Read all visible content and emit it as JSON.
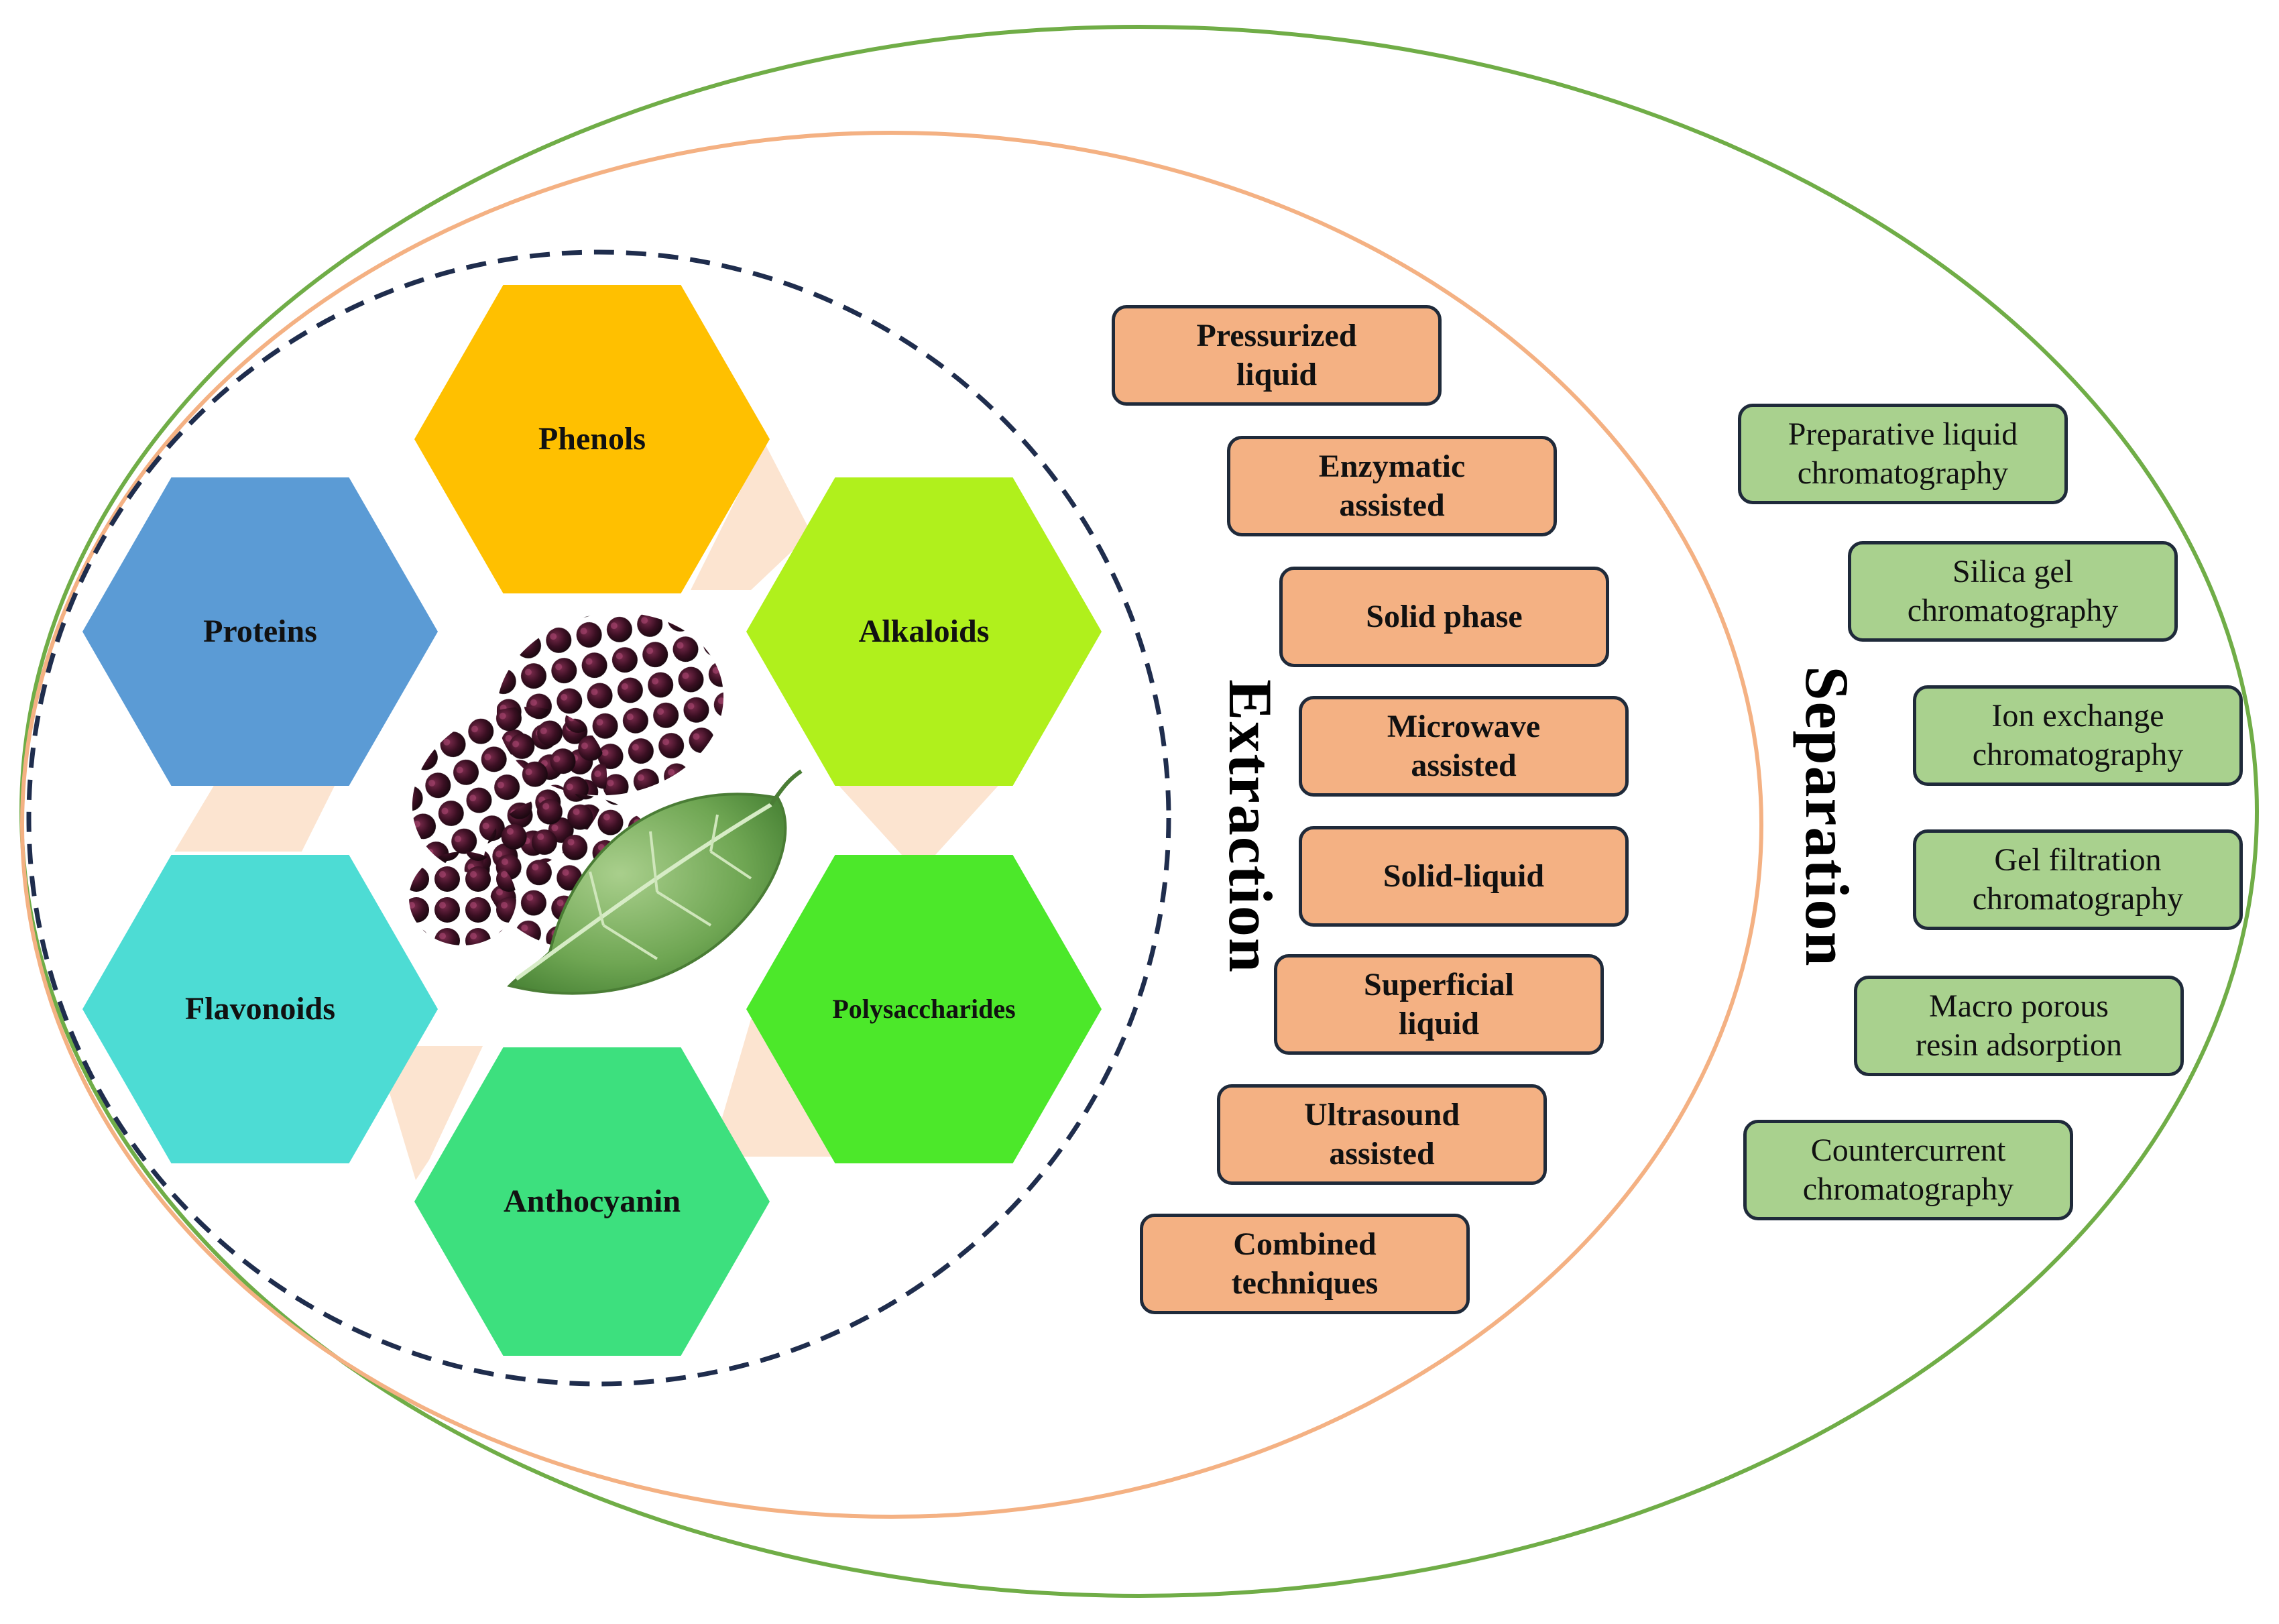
{
  "colors": {
    "outer_ellipse": "#70ad47",
    "middle_ellipse": "#f4b183",
    "dashed_circle": "#1f2d4d",
    "connector": "#fce4d0",
    "extraction_box": "#f4b183",
    "separation_box": "#a9d18e",
    "box_border": "#1f2a3a"
  },
  "center_image": {
    "icon": "mulberry-fruit-with-leaf-icon"
  },
  "compounds": [
    {
      "label": "Phenols",
      "color": "#ffc000"
    },
    {
      "label": "Alkaloids",
      "color": "#b0f01c"
    },
    {
      "label": "Polysaccharides",
      "color": "#4ce82a"
    },
    {
      "label": "Anthocyanin",
      "color": "#3de07e"
    },
    {
      "label": "Flavonoids",
      "color": "#4ddcd4"
    },
    {
      "label": "Proteins",
      "color": "#5b9bd5"
    }
  ],
  "extraction": {
    "title": "Extraction",
    "methods": [
      "Pressurized\nliquid",
      "Enzymatic\nassisted",
      "Solid phase",
      "Microwave\nassisted",
      "Solid-liquid",
      "Superficial\nliquid",
      "Ultrasound\nassisted",
      "Combined\ntechniques"
    ]
  },
  "separation": {
    "title": "Separation",
    "methods": [
      "Preparative liquid\nchromatography",
      "Silica gel\nchromatography",
      "Ion exchange\nchromatography",
      "Gel filtration\nchromatography",
      "Macro porous\nresin adsorption",
      "Countercurrent\nchromatography"
    ]
  }
}
